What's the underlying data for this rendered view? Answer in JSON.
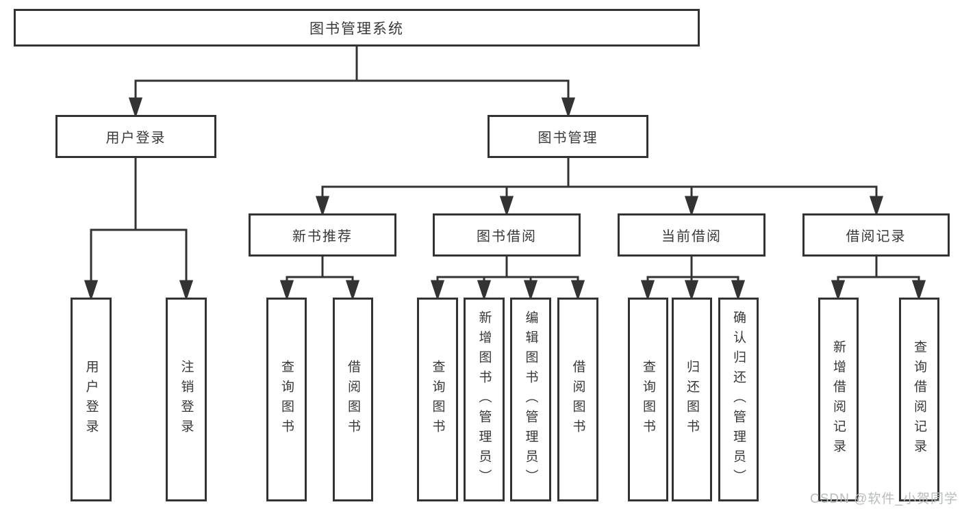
{
  "diagram": {
    "tree": {
      "root": {
        "label": "图书管理系统"
      },
      "children": [
        {
          "label": "用户登录",
          "children": [
            {
              "label": "用户登录"
            },
            {
              "label": "注销登录"
            }
          ]
        },
        {
          "label": "图书管理",
          "children": [
            {
              "label": "新书推荐",
              "children": [
                {
                  "label": "查询图书"
                },
                {
                  "label": "借阅图书"
                }
              ]
            },
            {
              "label": "图书借阅",
              "children": [
                {
                  "label": "查询图书"
                },
                {
                  "label": "新增图书（管理员）"
                },
                {
                  "label": "编辑图书（管理员）"
                },
                {
                  "label": "借阅图书"
                }
              ]
            },
            {
              "label": "当前借阅",
              "children": [
                {
                  "label": "查询图书"
                },
                {
                  "label": "归还图书"
                },
                {
                  "label": "确认归还（管理员）"
                }
              ]
            },
            {
              "label": "借阅记录",
              "children": [
                {
                  "label": "新增借阅记录"
                },
                {
                  "label": "查询借阅记录"
                }
              ]
            }
          ]
        }
      ]
    },
    "colors": {
      "line": "#333333",
      "text": "#383838",
      "background": "#ffffff",
      "watermark": "#b7bbbd"
    }
  },
  "watermark": {
    "text": "CSDN @软件_小贺同学"
  }
}
